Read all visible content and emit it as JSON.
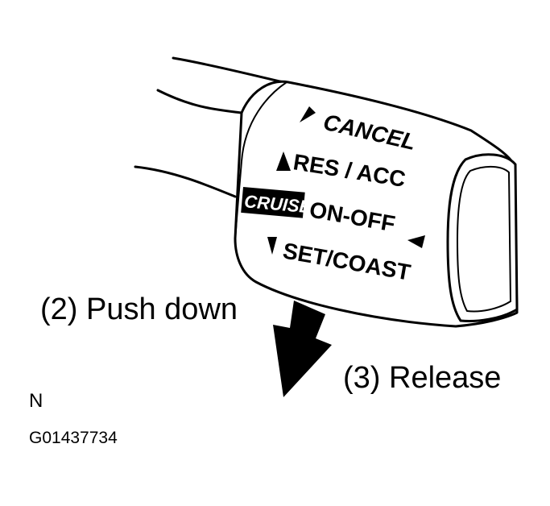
{
  "diagram": {
    "switch_labels": {
      "cancel": "CANCEL",
      "res_acc": "RES / ACC",
      "cruise": "CRUISE",
      "on_off": "ON-OFF",
      "set_coast": "SET/COAST"
    },
    "callouts": {
      "push_down": "(2) Push down",
      "release": "(3) Release"
    },
    "orientation_mark": "N",
    "figure_id": "G01437734"
  },
  "colors": {
    "ink": "#000000",
    "paper": "#ffffff"
  }
}
